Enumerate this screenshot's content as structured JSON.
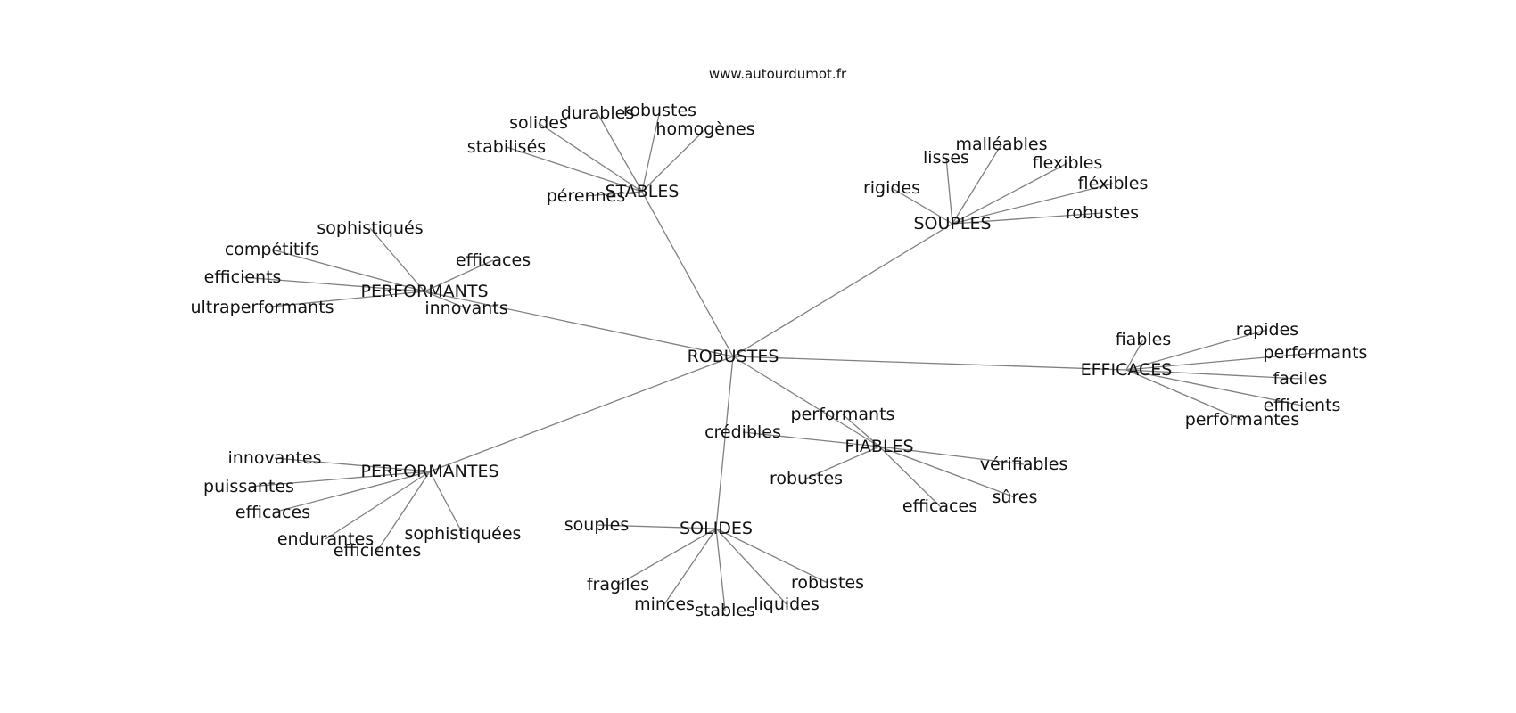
{
  "source": "www.autourdumot.fr",
  "graph": {
    "edge_color": "#808080",
    "text_color": "#111111",
    "center": {
      "id": "robustes",
      "label": "ROBUSTES"
    },
    "hubs": [
      {
        "id": "stables",
        "label": "STABLES"
      },
      {
        "id": "souples",
        "label": "SOUPLES"
      },
      {
        "id": "performants",
        "label": "PERFORMANTS"
      },
      {
        "id": "efficaces",
        "label": "EFFICACES"
      },
      {
        "id": "fiables",
        "label": "FIABLES"
      },
      {
        "id": "solides",
        "label": "SOLIDES"
      },
      {
        "id": "performantes",
        "label": "PERFORMANTES"
      }
    ],
    "leaves": [
      {
        "id": "stables-1",
        "label": "solides",
        "hub": "stables"
      },
      {
        "id": "stables-2",
        "label": "durables",
        "hub": "stables"
      },
      {
        "id": "stables-3",
        "label": "robustes",
        "hub": "stables"
      },
      {
        "id": "stables-4",
        "label": "homogènes",
        "hub": "stables"
      },
      {
        "id": "stables-5",
        "label": "stabilisés",
        "hub": "stables"
      },
      {
        "id": "stables-6",
        "label": "pérennes",
        "hub": "stables"
      },
      {
        "id": "souples-1",
        "label": "lisses",
        "hub": "souples"
      },
      {
        "id": "souples-2",
        "label": "malléables",
        "hub": "souples"
      },
      {
        "id": "souples-3",
        "label": "flexibles",
        "hub": "souples"
      },
      {
        "id": "souples-4",
        "label": "fléxibles",
        "hub": "souples"
      },
      {
        "id": "souples-5",
        "label": "rigides",
        "hub": "souples"
      },
      {
        "id": "souples-6",
        "label": "robustes",
        "hub": "souples"
      },
      {
        "id": "performants-1",
        "label": "sophistiqués",
        "hub": "performants"
      },
      {
        "id": "performants-2",
        "label": "compétitifs",
        "hub": "performants"
      },
      {
        "id": "performants-3",
        "label": "efficaces",
        "hub": "performants"
      },
      {
        "id": "performants-4",
        "label": "efficients",
        "hub": "performants"
      },
      {
        "id": "performants-5",
        "label": "ultraperformants",
        "hub": "performants"
      },
      {
        "id": "performants-6",
        "label": "innovants",
        "hub": "performants"
      },
      {
        "id": "efficaces-1",
        "label": "fiables",
        "hub": "efficaces"
      },
      {
        "id": "efficaces-2",
        "label": "rapides",
        "hub": "efficaces"
      },
      {
        "id": "efficaces-3",
        "label": "performants",
        "hub": "efficaces"
      },
      {
        "id": "efficaces-4",
        "label": "faciles",
        "hub": "efficaces"
      },
      {
        "id": "efficaces-5",
        "label": "efficients",
        "hub": "efficaces"
      },
      {
        "id": "efficaces-6",
        "label": "performantes",
        "hub": "efficaces"
      },
      {
        "id": "fiables-1",
        "label": "performants",
        "hub": "fiables"
      },
      {
        "id": "fiables-2",
        "label": "crédibles",
        "hub": "fiables"
      },
      {
        "id": "fiables-3",
        "label": "vérifiables",
        "hub": "fiables"
      },
      {
        "id": "fiables-4",
        "label": "robustes",
        "hub": "fiables"
      },
      {
        "id": "fiables-5",
        "label": "sûres",
        "hub": "fiables"
      },
      {
        "id": "fiables-6",
        "label": "efficaces",
        "hub": "fiables"
      },
      {
        "id": "solides-1",
        "label": "souples",
        "hub": "solides"
      },
      {
        "id": "solides-2",
        "label": "fragiles",
        "hub": "solides"
      },
      {
        "id": "solides-3",
        "label": "robustes",
        "hub": "solides"
      },
      {
        "id": "solides-4",
        "label": "minces",
        "hub": "solides"
      },
      {
        "id": "solides-5",
        "label": "stables",
        "hub": "solides"
      },
      {
        "id": "solides-6",
        "label": "liquides",
        "hub": "solides"
      },
      {
        "id": "performantes-1",
        "label": "innovantes",
        "hub": "performantes"
      },
      {
        "id": "performantes-2",
        "label": "puissantes",
        "hub": "performantes"
      },
      {
        "id": "performantes-3",
        "label": "efficaces",
        "hub": "performantes"
      },
      {
        "id": "performantes-4",
        "label": "endurantes",
        "hub": "performantes"
      },
      {
        "id": "performantes-5",
        "label": "sophistiquées",
        "hub": "performantes"
      },
      {
        "id": "performantes-6",
        "label": "efficientes",
        "hub": "performantes"
      }
    ]
  }
}
